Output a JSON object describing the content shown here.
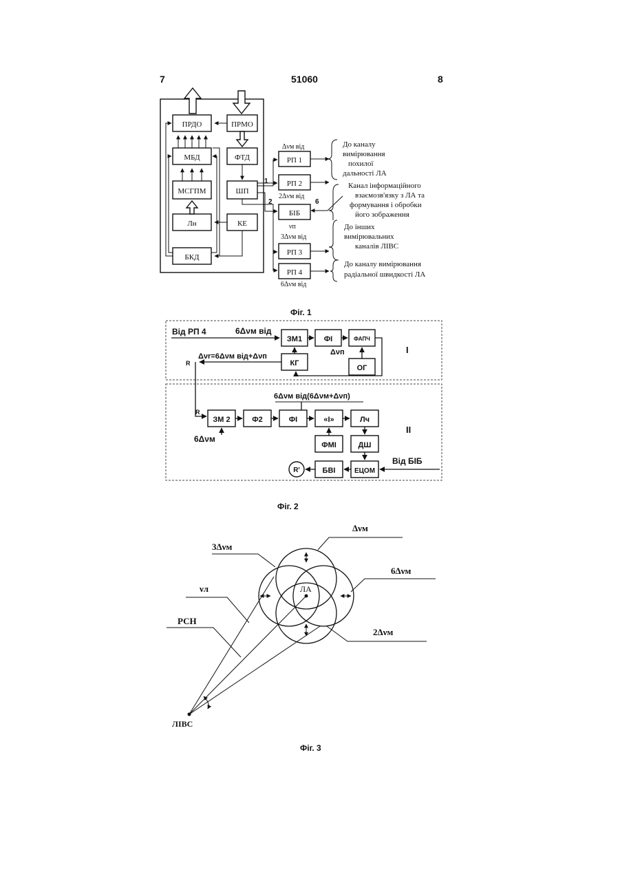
{
  "header": {
    "left_page": "7",
    "patent_number": "51060",
    "right_page": "8"
  },
  "fig1": {
    "caption": "Фіг. 1",
    "blocks": {
      "prdo": "ПРДО",
      "prmo": "ПРМО",
      "mbd": "МБД",
      "ftd": "ФТД",
      "msgm": "МСГПМ",
      "shp": "ШП",
      "ln": "Лн",
      "ke": "КЕ",
      "bkd": "БКД",
      "bib": "БІБ",
      "rp1": "РП 1",
      "rp2": "РП 2",
      "rp3": "РП 3",
      "rp4": "РП 4"
    },
    "labels": {
      "dv_vid": "Δνм від",
      "dv2_vid": "2Δνм від",
      "nu_p": "νп",
      "dv3_vid": "3Δνм від",
      "dv6_vid": "6Δνм від",
      "port1": "1",
      "port2": "2",
      "port6": "6"
    },
    "notes": {
      "rp1_a": "До каналу",
      "rp1_b": "вимірювання",
      "rp1_c": "похилої",
      "rp1_d": "дальності ЛА",
      "bib_a": "Канал інформаційного",
      "bib_b": "взаємозв'язку з ЛА та",
      "bib_c": "формування і обробки",
      "bib_d": "його зображення",
      "other_a": "До інших",
      "other_b": "вимірювальних",
      "other_c": "каналів ЛІВС",
      "rp4_a": "До каналу вимірювання",
      "rp4_b": "радіальної швидкості ЛА"
    }
  },
  "fig2": {
    "caption": "Фіг. 2",
    "section1_label": "І",
    "section2_label": "ІІ",
    "from_rp4": "Від РП 4",
    "from_bib": "Від БІБ",
    "dv6_vid": "6Δνм від",
    "dv_p": "Δνп",
    "dv_r_formula": "Δνr=6Δνм від+Δνп",
    "top2_formula": "6Δνм від(6Δνм+Δνп)",
    "dv6_m": "6Δνм",
    "r_label": "R",
    "r_label2": "R",
    "blocks": {
      "zm1": "ЗМ1",
      "fi1": "ФІ",
      "fapch": "ФАПЧ",
      "kg": "КГ",
      "og": "ОГ",
      "zm2": "ЗМ 2",
      "f2": "Ф2",
      "fi2": "ФІ",
      "i": "«І»",
      "lch": "Лч",
      "fmi": "ФМІ",
      "dsh": "ДШ",
      "etsom": "ЕЦОМ",
      "bvi": "БВІ",
      "r_out": "R'"
    }
  },
  "fig3": {
    "caption": "Фіг. 3",
    "labels": {
      "dv": "Δνм",
      "dv3": "3Δνм",
      "dv6": "6Δνм",
      "dv2": "2Δνм",
      "nu": "νл",
      "rsn": "РСН",
      "la": "ЛА",
      "livs": "ЛІВС"
    }
  }
}
